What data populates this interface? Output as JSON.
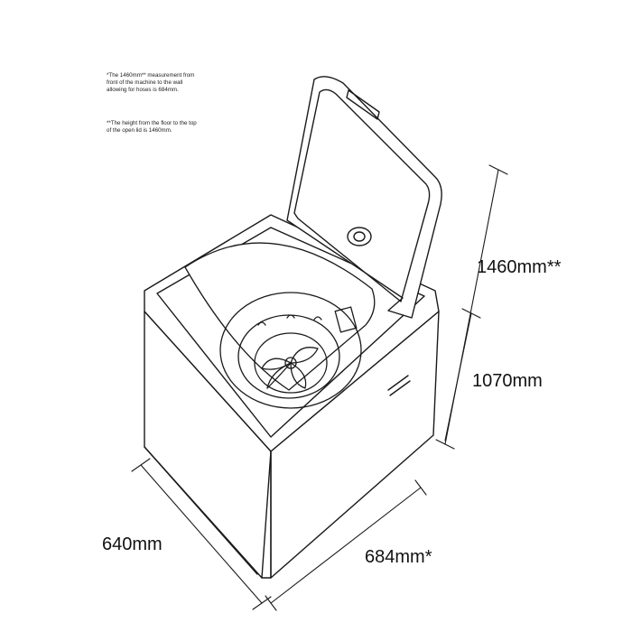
{
  "notes": [
    "*The 1460mm** measurement from front of the machine to the wall allowing for hoses is 684mm.",
    "**The height from the floor to the top of the open lid is 1460mm."
  ],
  "dimensions": {
    "open_lid_height": "1460mm**",
    "machine_height": "1070mm",
    "width": "640mm",
    "depth": "684mm*"
  },
  "colors": {
    "line": "#1a1a1a",
    "background": "#ffffff"
  }
}
